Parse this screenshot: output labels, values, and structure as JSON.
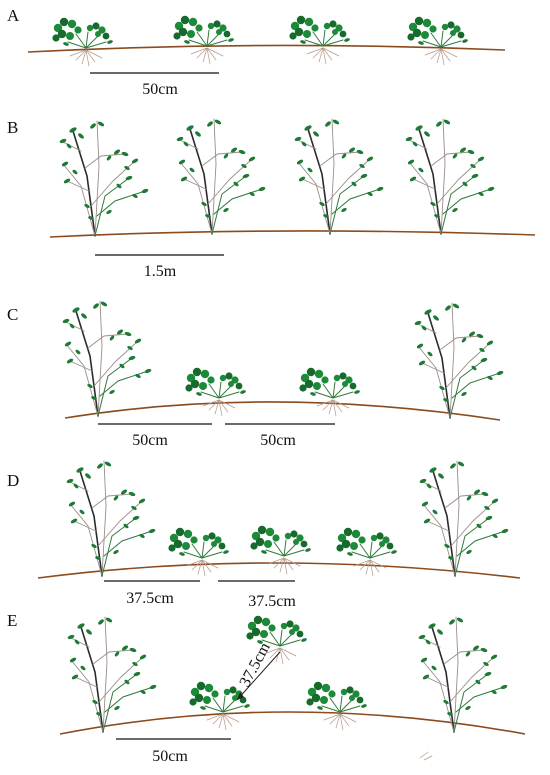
{
  "panels": [
    {
      "letter": "A",
      "scale_labels": [
        "50cm"
      ]
    },
    {
      "letter": "B",
      "scale_labels": [
        "1.5m"
      ]
    },
    {
      "letter": "C",
      "scale_labels": [
        "50cm",
        "50cm"
      ]
    },
    {
      "letter": "D",
      "scale_labels": [
        "37.5cm",
        "37.5cm"
      ]
    },
    {
      "letter": "E",
      "scale_labels": [
        "50cm"
      ],
      "diagonal_label": "37.5cm"
    }
  ],
  "colors": {
    "ground": "#8a4b1e",
    "leaf": "#1e7a36",
    "scale_bar": "#111111"
  }
}
